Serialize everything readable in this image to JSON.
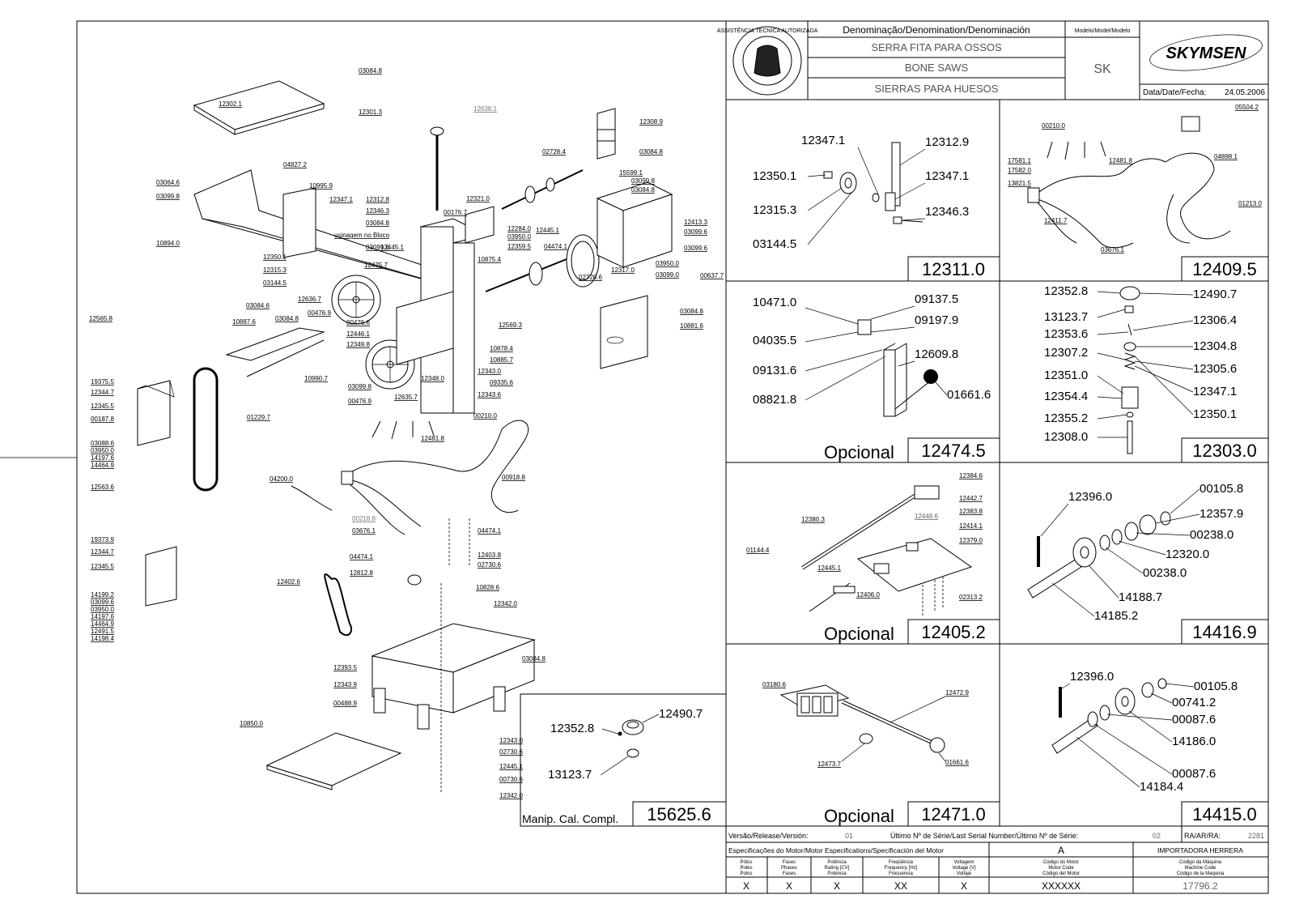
{
  "title_block": {
    "denomination_header": "Denominação/Denomination/Denominación",
    "model_header": "Modelo/Model/Modelo",
    "name_pt": "SERRA FITA PARA OSSOS",
    "name_en": "BONE SAWS",
    "name_es": "SIERRAS PARA HUESOS",
    "model": "SK",
    "brand": "SKYMSEN",
    "date_label": "Data/Date/Fecha:",
    "date": "24.05.2006",
    "seal_text": "ASSISTÊNCIA TÉCNICA AUTORIZADA"
  },
  "footer": {
    "version_label": "Versão/Release/Versión:",
    "version": "01",
    "serial_label": "Último Nº de Série/Last Serial Number/Último Nº de Série:",
    "serial": "02",
    "ra_label": "RA/AR/RA:",
    "ra": "2281",
    "motor_spec_label": "Especificações do Motor/Motor Especifications/Specificación del Motor",
    "motor_code": "A",
    "company": "IMPORTADORA HERRERA",
    "columns": [
      {
        "l1": "Pólos",
        "l2": "Poles",
        "l3": "Polos",
        "v": "X"
      },
      {
        "l1": "Fases",
        "l2": "Phases",
        "l3": "Fases",
        "v": "X"
      },
      {
        "l1": "Potência",
        "l2": "Rating [CV]",
        "l3": "Potencia",
        "v": "X"
      },
      {
        "l1": "Freqüência",
        "l2": "Frequency [Hz]",
        "l3": "Frecuencia",
        "v": "XX"
      },
      {
        "l1": "Voltagem",
        "l2": "Voltage [V]",
        "l3": "Voltaje",
        "v": "X"
      },
      {
        "l1": "Código do Motor",
        "l2": "Motor Code",
        "l3": "Código del Motor",
        "v": "XXXXXX"
      },
      {
        "l1": "Código da Máquina",
        "l2": "Machine Code",
        "l3": "Código de la Maquina",
        "v": "17796.2"
      }
    ]
  },
  "panels": {
    "p1": {
      "code": "12311.0",
      "labels": [
        "12347.1",
        "12312.9",
        "12350.1",
        "12347.1",
        "12315.3",
        "12346.3",
        "03144.5"
      ]
    },
    "p2": {
      "code": "12409.5",
      "labels": [
        "00210.0",
        "05504.2",
        "17581.1",
        "17582.0",
        "13821.5",
        "12481.8",
        "04898.1",
        "01213.0",
        "12411.7",
        "03676.1"
      ]
    },
    "p3": {
      "code": "12474.5",
      "optional": "Opcional",
      "labels": [
        "10471.0",
        "09137.5",
        "09197.9",
        "04035.5",
        "12609.8",
        "09131.6",
        "08821.8",
        "01661.6"
      ]
    },
    "p4": {
      "code": "12303.0",
      "labels": [
        "12352.8",
        "12490.7",
        "13123.7",
        "12306.4",
        "12353.6",
        "12304.8",
        "12307.2",
        "12305.6",
        "12351.0",
        "12347.1",
        "12354.4",
        "12350.1",
        "12355.2",
        "12308.0"
      ]
    },
    "p5": {
      "code": "12405.2",
      "optional": "Opcional",
      "labels": [
        "12384.6",
        "12442.7",
        "12383.8",
        "12380.3",
        "12448.6",
        "12414.1",
        "12379.0",
        "01144.4",
        "12445.1",
        "12406.0",
        "02313.2"
      ]
    },
    "p6": {
      "code": "14416.9",
      "labels": [
        "12396.0",
        "00105.8",
        "12357.9",
        "00238.0",
        "12320.0",
        "00238.0",
        "14188.7",
        "14185.2"
      ]
    },
    "p7": {
      "code": "12471.0",
      "optional": "Opcional",
      "labels": [
        "03180.6",
        "12472.9",
        "12473.7",
        "01661.6"
      ]
    },
    "p8": {
      "code": "14415.0",
      "labels": [
        "12396.0",
        "00105.8",
        "00741.2",
        "00087.6",
        "14186.0",
        "00087.6",
        "14184.4"
      ]
    },
    "manip": {
      "code": "15625.6",
      "caption": "Manip. Cal. Compl.",
      "labels": [
        "12352.8",
        "12490.7",
        "13123.7"
      ]
    }
  },
  "main_labels": [
    "03084.8",
    "12302.1",
    "12301.3",
    "12638.1",
    "12308.9",
    "03084.8",
    "02728.4",
    "04827.2",
    "10995.9",
    "12347.1",
    "12312.8",
    "12346.3",
    "usinagem no Bloco",
    "03084.8",
    "03099.6",
    "12321.0",
    "00176.7",
    "15599.1",
    "03099.8",
    "03084.8",
    "03064.6",
    "03099.8",
    "10894.0",
    "12350.1",
    "12315.3",
    "03144.5",
    "12445.1",
    "12475.7",
    "12284.0",
    "03950.0",
    "12359.5",
    "12445.1",
    "04474.1",
    "10875.4",
    "12413.3",
    "03099.6",
    "03099.6",
    "12317.0",
    "02728.6",
    "03950.0",
    "03099.0",
    "00637.7",
    "12636.7",
    "00476.9",
    "03084.6",
    "10887.6",
    "03084.8",
    "00476.6",
    "12446.1",
    "12349.8",
    "12343.6",
    "12569.3",
    "03084.8",
    "10881.6",
    "12565.8",
    "10878.4",
    "10885.7",
    "12348.0",
    "12343.0",
    "09335.6",
    "10990.7",
    "03099.8",
    "00476.9",
    "12635.7",
    "00210.0",
    "00918.8",
    "01229.7",
    "19375.5",
    "12344.7",
    "12345.5",
    "00187.8",
    "03088.6",
    "03950.0",
    "14197.6",
    "14464.9",
    "12481.8",
    "04200.0",
    "00218.8",
    "12563.6",
    "03676.1",
    "04474.1",
    "12403.8",
    "02730.6",
    "19373.9",
    "12344.7",
    "12345.5",
    "04474.1",
    "12812.8",
    "10828.6",
    "14199.2",
    "03099.6",
    "03950.0",
    "14197.6",
    "14464.9",
    "12491.5",
    "14198.4",
    "12402.6",
    "12342.0",
    "12393.5",
    "03084.8",
    "12343.9",
    "00488.9",
    "12343.0",
    "02730.6",
    "10850.0",
    "12445.1",
    "00730.6",
    "12342.0"
  ]
}
